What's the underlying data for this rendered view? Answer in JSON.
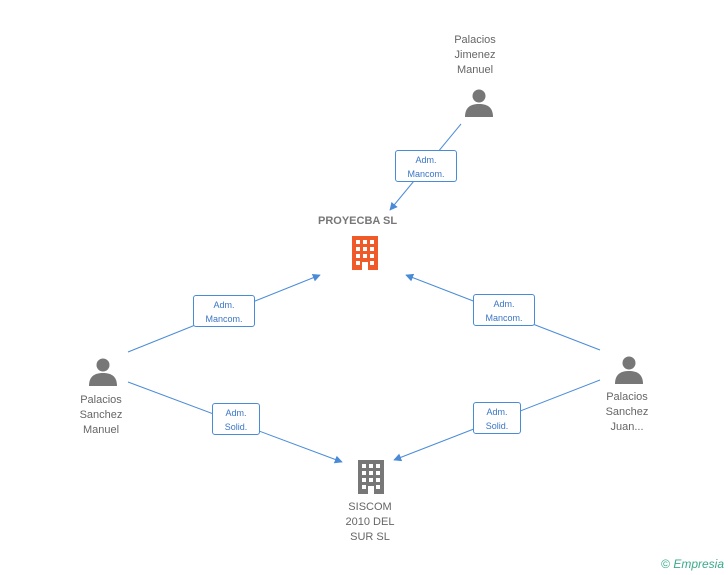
{
  "nodes": {
    "palacios_jimenez": {
      "label": "Palacios\nJimenez\nManuel"
    },
    "proyecba": {
      "label": "PROYECBA SL"
    },
    "palacios_sanchez_manuel": {
      "label": "Palacios\nSanchez\nManuel"
    },
    "palacios_sanchez_juan": {
      "label": "Palacios\nSanchez\nJuan..."
    },
    "siscom": {
      "label": "SISCOM\n2010 DEL\nSUR SL"
    }
  },
  "edges": [
    {
      "line1": "Adm.",
      "line2": "Mancom."
    },
    {
      "line1": "Adm.",
      "line2": "Mancom."
    },
    {
      "line1": "Adm.",
      "line2": "Mancom."
    },
    {
      "line1": "Adm.",
      "line2": "Solid."
    },
    {
      "line1": "Adm.",
      "line2": "Solid."
    }
  ],
  "footer": {
    "copyright": "©",
    "brand": "Empresia"
  },
  "colors": {
    "edge": "#4a8bd8",
    "highlight_company": "#f05a28",
    "company": "#777777",
    "person": "#777777"
  },
  "icons": {
    "person": "person-icon",
    "company": "building-icon"
  }
}
